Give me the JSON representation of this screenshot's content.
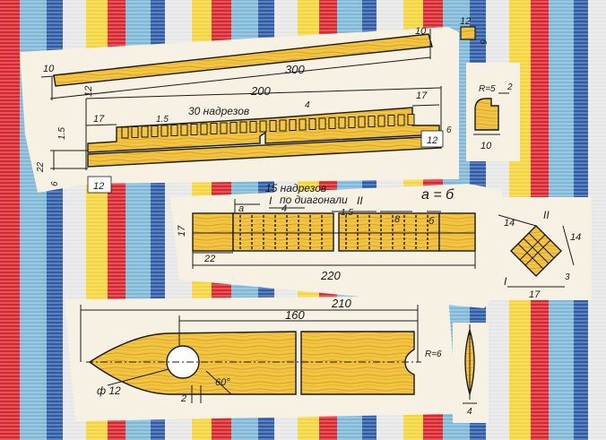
{
  "colors": {
    "background_stripes": [
      "#d8262d",
      "#2f5ca6",
      "#f4d53b",
      "#7fb8d6",
      "#e6e6e6"
    ],
    "paper": "#f6f1e2",
    "wood": "#f3c544",
    "wood_dark": "#d9a11f",
    "ink": "#1a1a1a"
  },
  "top_bar": {
    "dims": {
      "end_left": "10",
      "end_right": "10",
      "length": "300",
      "height": "12"
    }
  },
  "top_profile": {
    "dims": {
      "width": "12",
      "height": "6"
    }
  },
  "comb": {
    "dims": {
      "overall": "200",
      "left_end": "17",
      "right_end": "17",
      "notch_width": "1.5",
      "notch_pitch": "4",
      "notch_depth": "1.5",
      "height": "22",
      "base_height": "6",
      "base_width": "12",
      "right_end_width": "12",
      "right_height": "6"
    },
    "notes": {
      "notches": "30 надрезов"
    }
  },
  "hook_profile": {
    "dims": {
      "top": "2",
      "radius": "R=5",
      "width": "10"
    }
  },
  "square_rod": {
    "notes": {
      "notches_line1": "15 надрезов",
      "notches_line2": "по диагонали",
      "roman_one": "I",
      "roman_two": "II",
      "equality": "а = б"
    },
    "dims": {
      "a": "а",
      "b": "б",
      "pitch": "4",
      "gap": "1.5",
      "group": "8",
      "height": "17",
      "end": "22",
      "overall": "220"
    }
  },
  "cross_section": {
    "dims": {
      "top_left": "14",
      "right": "14",
      "bottom": "17",
      "corner": "3",
      "roman_one": "I",
      "roman_two": "II"
    }
  },
  "shuttle": {
    "dims": {
      "overall": "210",
      "body": "160",
      "diameter": "ф 12",
      "offset": "2",
      "angle": "60°",
      "radius": "R=6",
      "edge_width": "4"
    }
  }
}
